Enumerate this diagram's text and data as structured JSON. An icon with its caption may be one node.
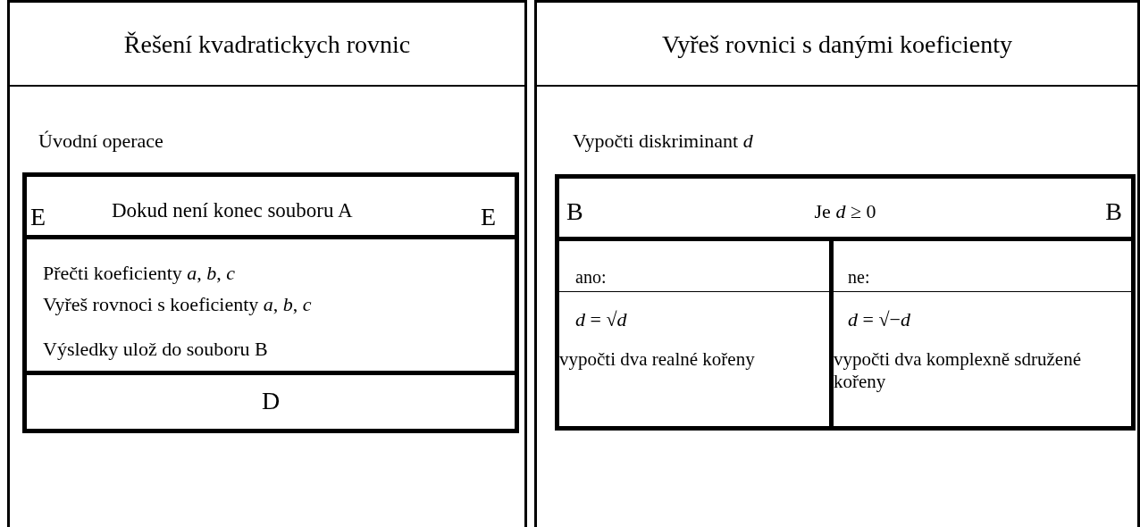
{
  "diagram": {
    "nodes": [
      {
        "text": [
          "Řešení kvadratickych rovnic",
          "Úvodní operace"
        ]
      },
      {
        "text": [
          "E",
          "Dokud není konec souboru A",
          "E"
        ],
        "in": 0
      },
      {
        "text": [
          "Přečti koeficienty *a*, *b*, *c*",
          "Vyřeš rovnoci s koeficienty *a*, *b*, *c*",
          "Výsledky ulož do souboru B"
        ],
        "in": 1
      },
      {
        "text": [
          "D"
        ],
        "in": 1
      },
      {
        "text": [
          "Vyřeš rovnici s danými koeficienty",
          "Vypočti diskriminant *d*"
        ]
      },
      {
        "text": [
          "B",
          "Je *d* ≥ 0",
          "B"
        ],
        "in": 4
      },
      {
        "text": [
          "ano:",
          "*d* = √*d*",
          "vypočti dva realné kořeny"
        ],
        "in": 5
      },
      {
        "text": [
          "ne:",
          "*d* = √−*d*",
          "vypočti dva komplexně sdružené kořeny"
        ],
        "in": 5
      }
    ]
  }
}
